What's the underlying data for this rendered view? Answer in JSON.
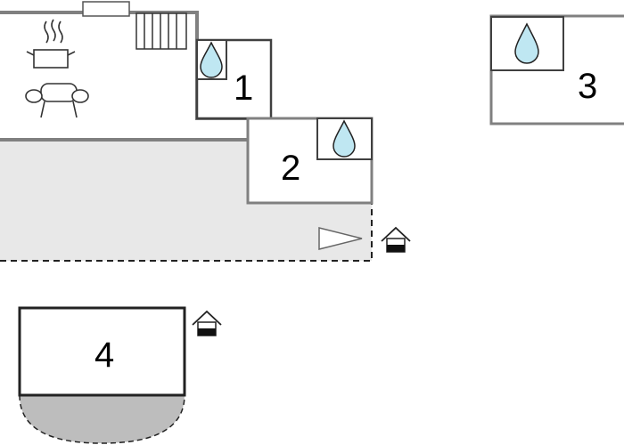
{
  "floorplan": {
    "colors": {
      "wall": "#808080",
      "wall_dark": "#404040",
      "room_fill": "#ffffff",
      "terrace_fill": "#e8e8e8",
      "garden_fill": "#bdbdbd",
      "water": "#bfe7f2"
    },
    "rooms": [
      {
        "label": "1"
      },
      {
        "label": "2"
      },
      {
        "label": "3"
      },
      {
        "label": "4"
      }
    ],
    "icons": [
      "stove-icon",
      "sofa-icon",
      "radiator-icon",
      "water-drop-icon",
      "entrance-icon",
      "window-icon",
      "direction-arrow-icon"
    ]
  }
}
